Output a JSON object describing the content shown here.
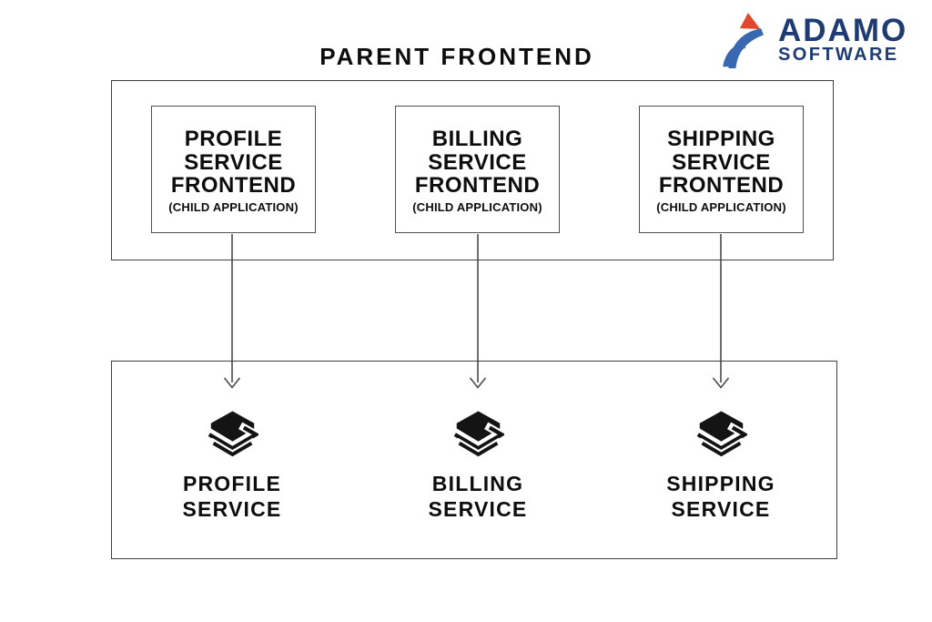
{
  "title": "PARENT FRONTEND",
  "logo": {
    "brand": "ADAMO",
    "brand_sub": "SOFTWARE",
    "icon": "adamo-logo-icon",
    "colors": {
      "blue": "#3a68b0",
      "red": "#e2472a",
      "navy": "#1e3b74"
    }
  },
  "parent_frontend": {
    "children": [
      {
        "lines": [
          "PROFILE",
          "SERVICE",
          "FRONTEND"
        ],
        "subtitle": "(CHILD APPLICATION)"
      },
      {
        "lines": [
          "BILLING",
          "SERVICE",
          "FRONTEND"
        ],
        "subtitle": "(CHILD APPLICATION)"
      },
      {
        "lines": [
          "SHIPPING",
          "SERVICE",
          "FRONTEND"
        ],
        "subtitle": "(CHILD APPLICATION)"
      }
    ]
  },
  "services": [
    {
      "icon": "stack-layers-icon",
      "lines": [
        "PROFILE",
        "SERVICE"
      ]
    },
    {
      "icon": "stack-layers-icon",
      "lines": [
        "BILLING",
        "SERVICE"
      ]
    },
    {
      "icon": "stack-layers-icon",
      "lines": [
        "SHIPPING",
        "SERVICE"
      ]
    }
  ],
  "colors": {
    "background": "#ffffff",
    "border": "#3f3f3f",
    "text": "#0d0d0d",
    "arrow": "#4a4a4a",
    "icon_ink": "#141414"
  }
}
